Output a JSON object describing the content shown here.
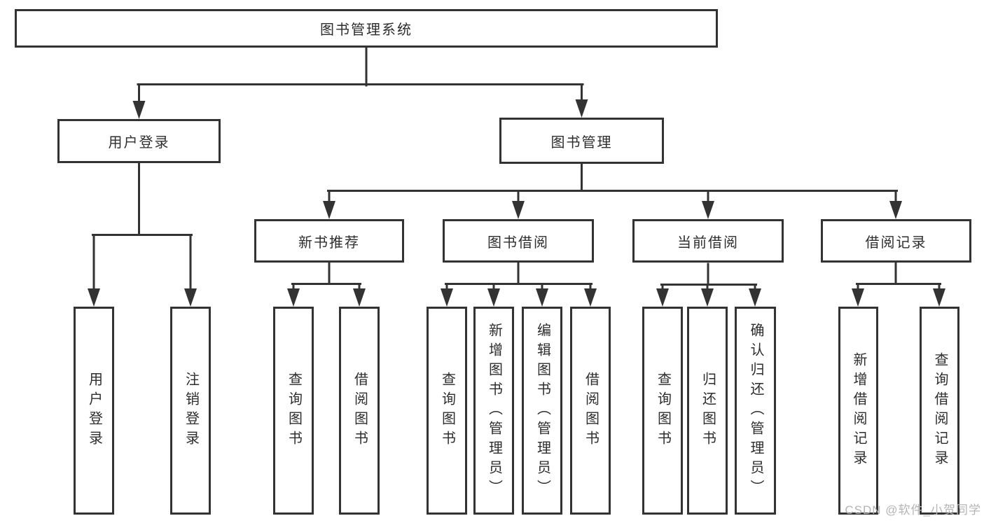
{
  "tree": {
    "label": "图书管理系统",
    "children": [
      {
        "label": "用户登录",
        "children": [
          {
            "label": "用户登录"
          },
          {
            "label": "注销登录"
          }
        ]
      },
      {
        "label": "图书管理",
        "children": [
          {
            "label": "新书推荐",
            "children": [
              {
                "label": "查询图书"
              },
              {
                "label": "借阅图书"
              }
            ]
          },
          {
            "label": "图书借阅",
            "children": [
              {
                "label": "查询图书"
              },
              {
                "label": "新增图书（管理员）"
              },
              {
                "label": "编辑图书（管理员）"
              },
              {
                "label": "借阅图书"
              }
            ]
          },
          {
            "label": "当前借阅",
            "children": [
              {
                "label": "查询图书"
              },
              {
                "label": "归还图书"
              },
              {
                "label": "确认归还（管理员）"
              }
            ]
          },
          {
            "label": "借阅记录",
            "children": [
              {
                "label": "新增借阅记录"
              },
              {
                "label": "查询借阅记录"
              }
            ]
          }
        ]
      }
    ]
  },
  "watermark": {
    "text": "CSDN @软件_小贺同学"
  },
  "colors": {
    "line": "#333333",
    "border": "#333333",
    "fill": "#ffffff",
    "text": "#2d2d2d",
    "watermark": "#b4b4b4",
    "background": "#ffffff"
  }
}
